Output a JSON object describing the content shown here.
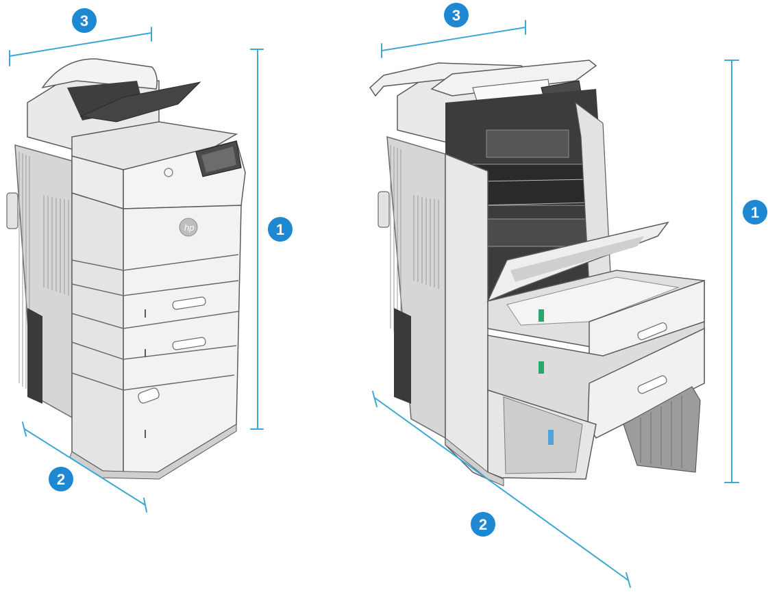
{
  "colors": {
    "accent": "#1e88d2",
    "dimension_line": "#3aa7d6",
    "body_light": "#f1f1f1",
    "body_mid": "#dcdcdc",
    "body_shade": "#c4c4c4",
    "vent": "#9a9a9a",
    "dark": "#3a3a3a",
    "outline": "#5a5a5a",
    "screen": "#4a4a4a",
    "latch_green": "#2aa66a",
    "latch_blue": "#4ea3d8"
  },
  "icons": {
    "logo": "hp-logo-icon",
    "screen": "touchscreen-icon"
  },
  "callouts": {
    "height": "1",
    "depth": "2",
    "width": "3"
  }
}
